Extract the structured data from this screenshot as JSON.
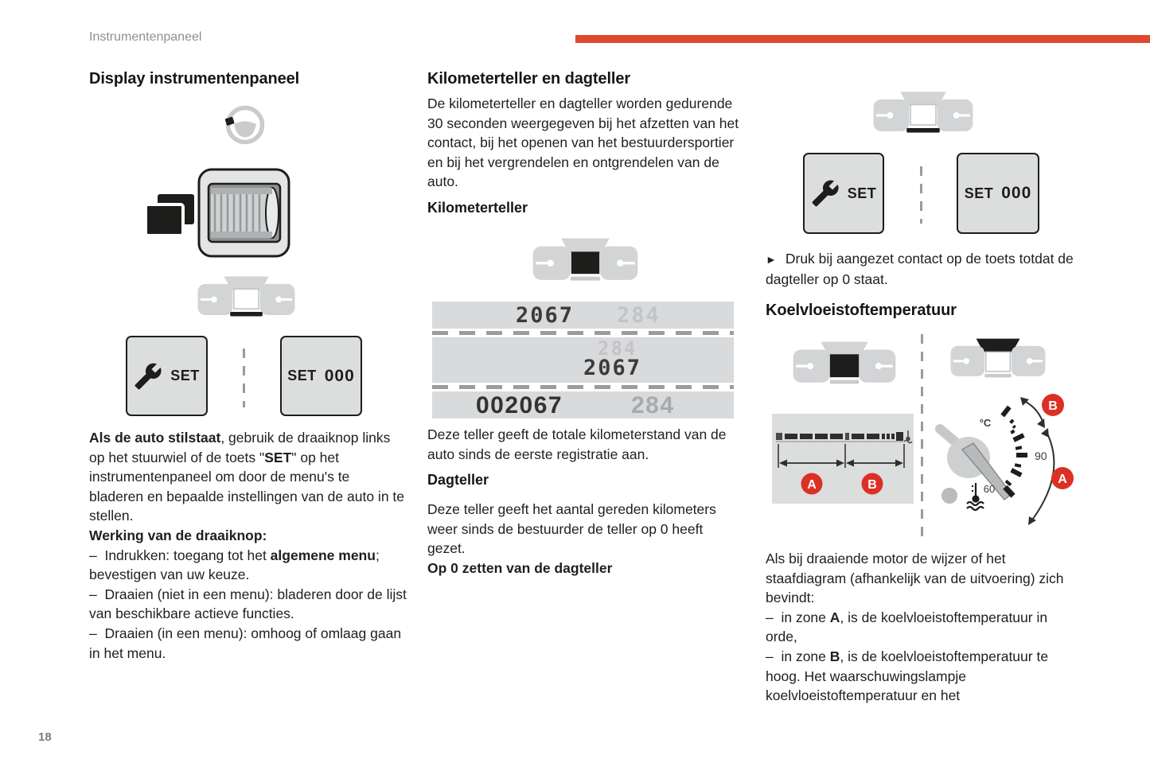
{
  "header": {
    "title": "Instrumentenpaneel",
    "page_number": "18"
  },
  "colors": {
    "accent_red": "#e0492f",
    "badge_red": "#dc3024",
    "illustration_gray": "#d2d4d5"
  },
  "buttons": {
    "set": "SET",
    "set000_set": "SET",
    "set000_val": "000"
  },
  "left": {
    "title": "Display instrumentenpaneel",
    "p1": {
      "b1": "Als de auto stilstaat",
      "t1": ", gebruik de draaiknop links op het stuurwiel of de toets \"",
      "b2": "SET",
      "t2": "\" op het instrumentenpaneel om door de menu's te bladeren en bepaalde instellingen van de auto in te stellen."
    },
    "h2": "Werking van de draaiknop:",
    "li1": {
      "t1": "–  Indrukken: toegang tot het ",
      "b1": "algemene menu",
      "t2": "; bevestigen van uw keuze."
    },
    "li2": "–  Draaien (niet in een menu): bladeren door de lijst van beschikbare actieve functies.",
    "li3": "–  Draaien (in een menu): omhoog of omlaag gaan in het menu."
  },
  "middle": {
    "title": "Kilometerteller en dagteller",
    "p1": "De kilometerteller en dagteller worden gedurende 30 seconden weergegeven bij het afzetten van het contact, bij het openen van het bestuurdersportier en bij het vergrendelen en ontgrendelen van de auto.",
    "h_km": "Kilometerteller",
    "display": {
      "row1_odo": "2067",
      "row1_trip": "284",
      "row2_trip": "284",
      "row2_odo": "2067",
      "row3_odo": "002067",
      "row3_trip": "284"
    },
    "p2": "Deze teller geeft de totale kilometerstand van de auto sinds de eerste registratie aan.",
    "h_dag": "Dagteller",
    "p3": "Deze teller geeft het aantal gereden kilometers weer sinds de bestuurder de teller op 0 heeft gezet.",
    "h_reset": "Op 0 zetten van de dagteller"
  },
  "right": {
    "instruction_arrow": "►",
    "instruction": "Druk bij aangezet contact op de toets totdat de dagteller op 0 staat.",
    "title": "Koelvloeistoftemperatuur",
    "gauge": {
      "unit": "°C",
      "v90": "90",
      "v60": "60",
      "zone_a": "A",
      "zone_b": "B"
    },
    "p1": "Als bij draaiende motor de wijzer of het staafdiagram (afhankelijk van de uitvoering) zich bevindt:",
    "li1": {
      "t1": "–  in zone ",
      "b1": "A",
      "t2": ", is de koelvloeistoftemperatuur in orde,"
    },
    "li2": {
      "t1": "–  in zone ",
      "b1": "B",
      "t2": ", is de koelvloeistoftemperatuur te hoog. Het waarschuwingslampje koelvloeistoftemperatuur en het"
    }
  }
}
